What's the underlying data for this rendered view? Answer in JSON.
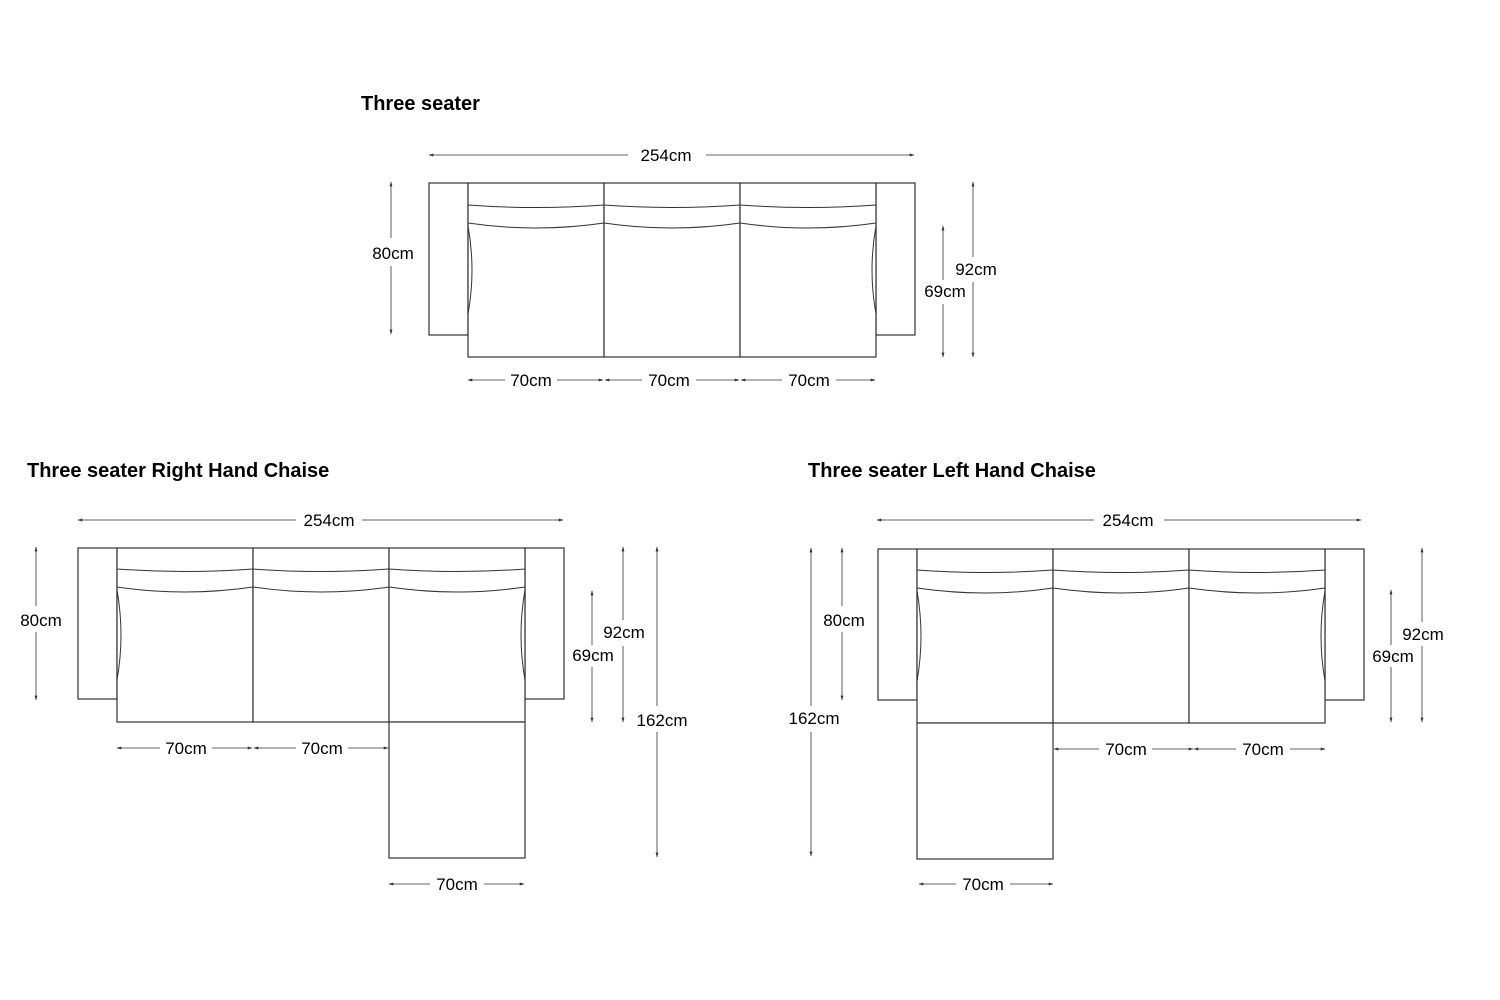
{
  "diagrams": {
    "three_seater": {
      "title": "Three seater",
      "width": "254cm",
      "depth": "80cm",
      "seat_depth": "69cm",
      "height": "92cm",
      "seat_widths": [
        "70cm",
        "70cm",
        "70cm"
      ]
    },
    "right_chaise": {
      "title": "Three seater Right Hand Chaise",
      "width": "254cm",
      "depth": "80cm",
      "seat_depth": "69cm",
      "height": "92cm",
      "chaise_length": "162cm",
      "seat_widths": [
        "70cm",
        "70cm"
      ],
      "chaise_width": "70cm"
    },
    "left_chaise": {
      "title": "Three seater Left Hand Chaise",
      "width": "254cm",
      "depth": "80cm",
      "seat_depth": "69cm",
      "height": "92cm",
      "chaise_length": "162cm",
      "seat_widths": [
        "70cm",
        "70cm"
      ],
      "chaise_width": "70cm"
    }
  },
  "colors": {
    "line": "#333333",
    "text": "#000000",
    "background": "#ffffff"
  }
}
